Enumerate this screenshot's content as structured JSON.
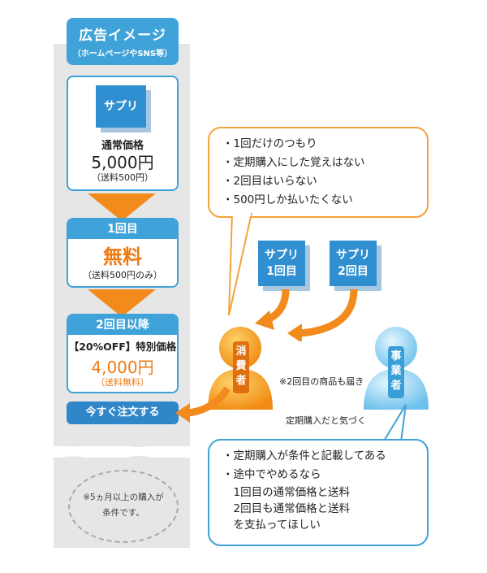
{
  "ad": {
    "title": "広告イメージ",
    "subtitle": "（ホームページやSNS等）",
    "product": "サプリ",
    "normal_price_label": "通常価格",
    "normal_price": "5,000円",
    "normal_shipping": "（送料500円）",
    "first_time_label": "1回目",
    "first_time_price": "無料",
    "first_time_note": "（送料500円のみ）",
    "second_label": "2回目以降",
    "second_discount": "【20%OFF】特別価格",
    "second_price": "4,000円",
    "second_shipping": "（送料無料）",
    "order_button": "今すぐ注文する",
    "condition_note_1": "※5ヵ月以上の購入が",
    "condition_note_2": "条件です。"
  },
  "consumer_bubble": [
    "・1回だけのつもり",
    "・定期購入にした覚えはない",
    "・2回目はいらない",
    "・500円しか払いたくない"
  ],
  "cubes": [
    {
      "line1": "サプリ",
      "line2": "1回目"
    },
    {
      "line1": "サプリ",
      "line2": "2回目"
    }
  ],
  "arrival_note_1": "※2回目の商品も届き",
  "arrival_note_2": "定期購入だと気づく",
  "consumer_label": "消\n費\n者",
  "business_label": "事\n業\n者",
  "business_bubble": [
    "・定期購入が条件と記載してある",
    "・途中でやめるなら",
    "　1回目の通常価格と送料",
    "　2回目も通常価格と送料",
    "　を支払ってほしい"
  ],
  "colors": {
    "blue": "#3fa2d8",
    "dark_blue": "#2f8fd0",
    "orange": "#f28a1c",
    "gray": "#e6e6e6"
  }
}
